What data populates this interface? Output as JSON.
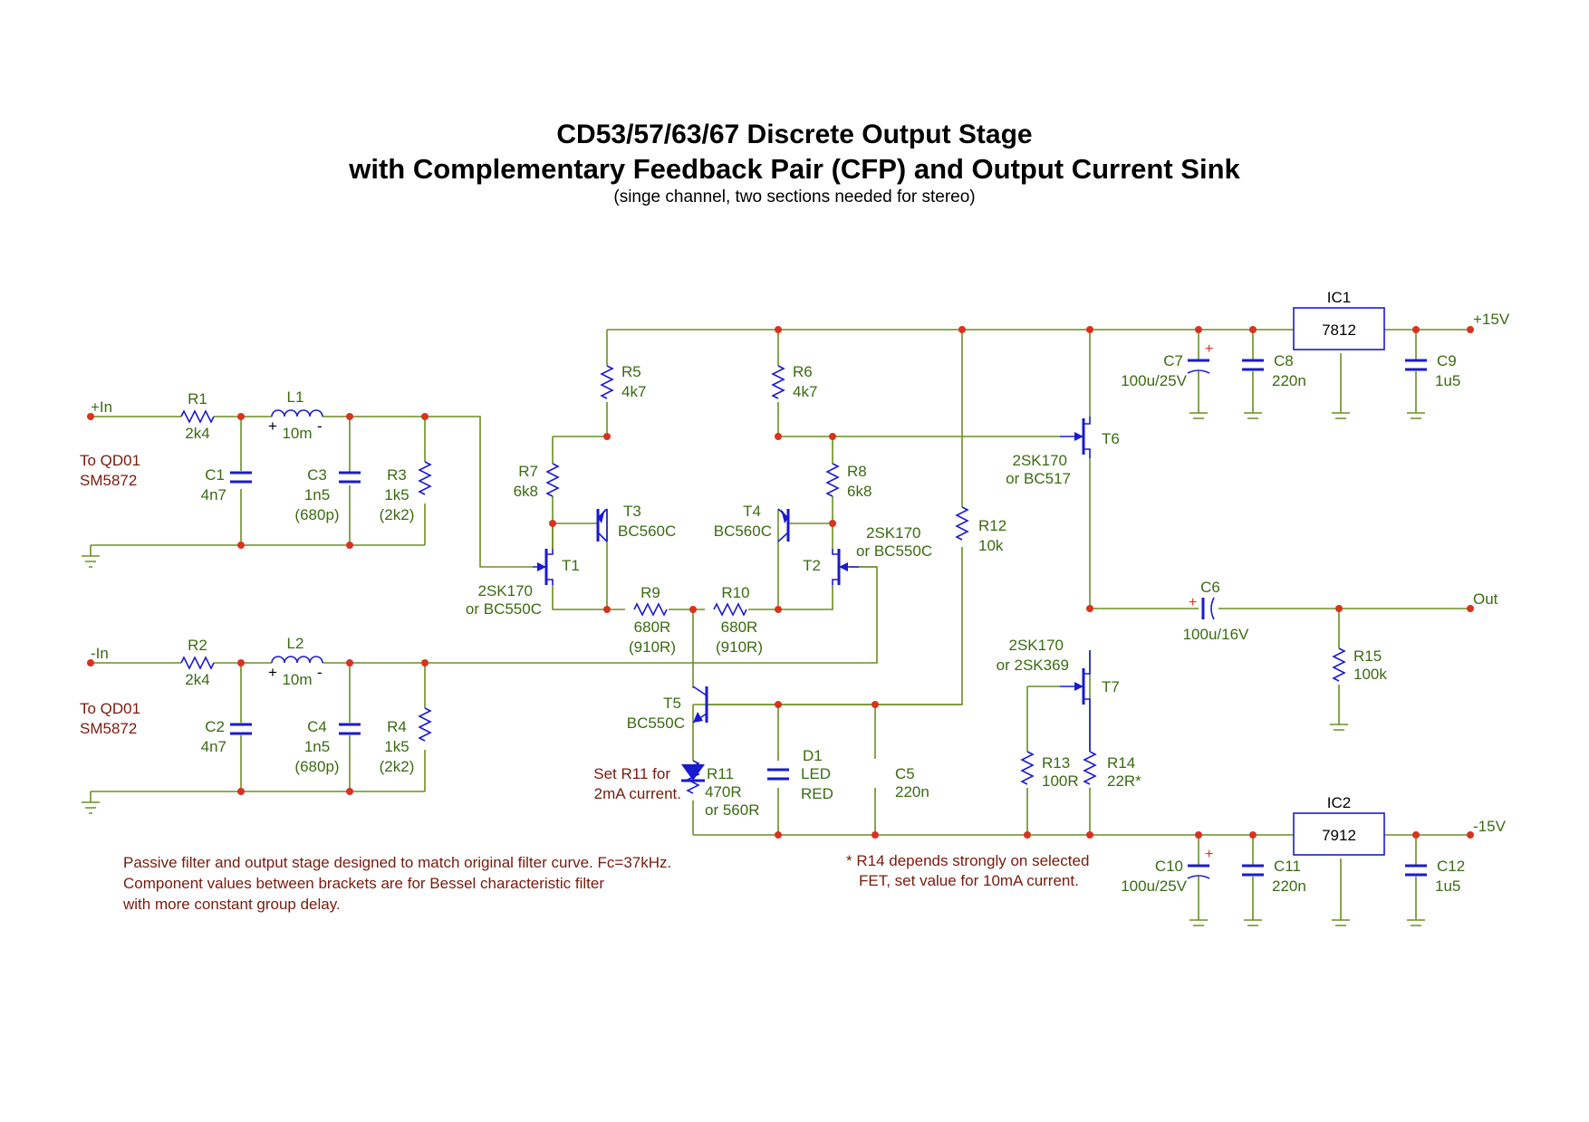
{
  "title": {
    "line1": "CD53/57/63/67 Discrete Output Stage",
    "line2": "with Complementary Feedback Pair (CFP) and Output Current Sink",
    "line3": "(singe channel, two sections needed for stereo)"
  },
  "nets": {
    "pin": "+In",
    "nin": "-In",
    "vpos": "+15V",
    "vneg": "-15V",
    "out": "Out"
  },
  "source1": {
    "line1": "To QD01",
    "line2": "SM5872"
  },
  "source2": {
    "line1": "To QD01",
    "line2": "SM5872"
  },
  "components": {
    "R1": {
      "name": "R1",
      "value": "2k4"
    },
    "R2": {
      "name": "R2",
      "value": "2k4"
    },
    "L1": {
      "name": "L1",
      "value": "10m"
    },
    "L2": {
      "name": "L2",
      "value": "10m"
    },
    "C1": {
      "name": "C1",
      "value": "4n7"
    },
    "C2": {
      "name": "C2",
      "value": "4n7"
    },
    "C3": {
      "name": "C3",
      "value": "1n5",
      "alt": "(680p)"
    },
    "C4": {
      "name": "C4",
      "value": "1n5",
      "alt": "(680p)"
    },
    "R3": {
      "name": "R3",
      "value": "1k5",
      "alt": "(2k2)"
    },
    "R4": {
      "name": "R4",
      "value": "1k5",
      "alt": "(2k2)"
    },
    "R5": {
      "name": "R5",
      "value": "4k7"
    },
    "R6": {
      "name": "R6",
      "value": "4k7"
    },
    "R7": {
      "name": "R7",
      "value": "6k8"
    },
    "R8": {
      "name": "R8",
      "value": "6k8"
    },
    "R9": {
      "name": "R9",
      "value": "680R",
      "alt": "(910R)"
    },
    "R10": {
      "name": "R10",
      "value": "680R",
      "alt": "(910R)"
    },
    "R11": {
      "name": "R11",
      "value": "470R",
      "alt": "or 560R"
    },
    "R12": {
      "name": "R12",
      "value": "10k"
    },
    "R13": {
      "name": "R13",
      "value": "100R"
    },
    "R14": {
      "name": "R14",
      "value": "22R*"
    },
    "R15": {
      "name": "R15",
      "value": "100k"
    },
    "T1": {
      "name": "T1",
      "type1": "2SK170",
      "type2": "or BC550C"
    },
    "T2": {
      "name": "T2",
      "type1": "2SK170",
      "type2": "or BC550C"
    },
    "T3": {
      "name": "T3",
      "type": "BC560C"
    },
    "T4": {
      "name": "T4",
      "type": "BC560C"
    },
    "T5": {
      "name": "T5",
      "type": "BC550C"
    },
    "T6": {
      "name": "T6",
      "type1": "2SK170",
      "type2": "or BC517"
    },
    "T7": {
      "name": "T7",
      "type1": "2SK170",
      "type2": "or 2SK369"
    },
    "D1": {
      "name": "D1",
      "value1": "LED",
      "value2": "RED"
    },
    "C5": {
      "name": "C5",
      "value": "220n"
    },
    "C6": {
      "name": "C6",
      "value": "100u/16V"
    },
    "C7": {
      "name": "C7",
      "value": "100u/25V"
    },
    "C8": {
      "name": "C8",
      "value": "220n"
    },
    "C9": {
      "name": "C9",
      "value": "1u5"
    },
    "C10": {
      "name": "C10",
      "value": "100u/25V"
    },
    "C11": {
      "name": "C11",
      "value": "220n"
    },
    "C12": {
      "name": "C12",
      "value": "1u5"
    },
    "IC1": {
      "name": "IC1",
      "part": "7812"
    },
    "IC2": {
      "name": "IC2",
      "part": "7912"
    }
  },
  "notes": {
    "r11_line1": "Set R11 for",
    "r11_line2": "2mA current.",
    "filter_line1": "Passive filter and output stage designed to match original filter curve. Fc=37kHz.",
    "filter_line2": "Component values between brackets are for Bessel characteristic filter",
    "filter_line3": "with more constant group delay.",
    "r14_line1": "* R14 depends strongly on selected",
    "r14_line2": "FET, set value for 10mA current."
  },
  "colors": {
    "wire": "#6b8e23",
    "component": "#1a1ad0",
    "junction": "#d8331f",
    "label": "#3a6b10",
    "note": "#7a1a0c"
  }
}
